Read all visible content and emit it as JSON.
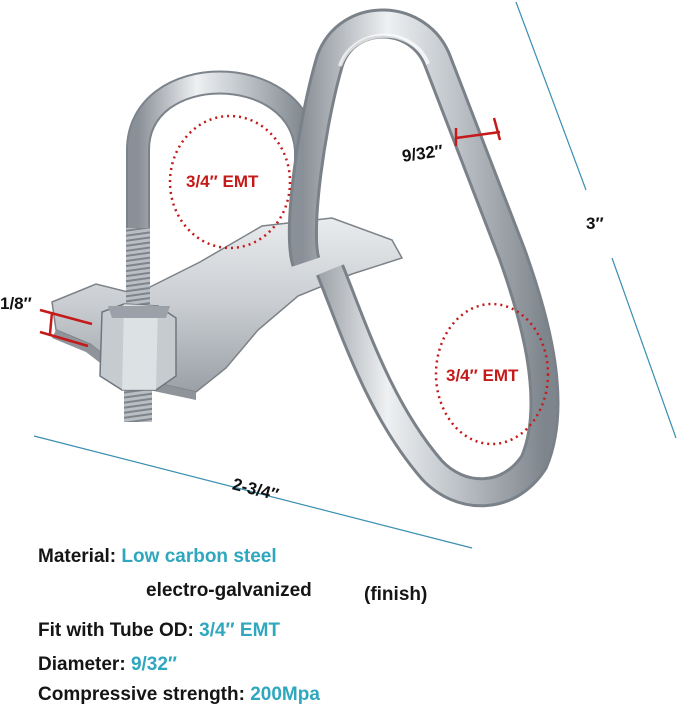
{
  "dimensions": {
    "height": "3″",
    "width": "2-3/4″",
    "wire_diameter": "9/32″",
    "plate_thickness": "1/8″",
    "upper_loop": "3/4″ EMT",
    "lower_loop": "3/4″ EMT"
  },
  "specs": {
    "material_label": "Material:",
    "material_value": "Low carbon steel",
    "finish_value": "electro-galvanized",
    "finish_note": "(finish)",
    "fit_label": "Fit with Tube OD:",
    "fit_value": "3/4″ EMT",
    "diameter_label": "Diameter:",
    "diameter_value": "9/32″",
    "strength_label": "Compressive strength:",
    "strength_value": "200Mpa"
  },
  "colors": {
    "accent": "#2fa7bf",
    "dimension_line": "#3a8fb0",
    "callout_red": "#c41a1a",
    "steel": "#c8ccd0"
  },
  "icons": [
    "steel-u-bolt-clamp-illustration"
  ]
}
